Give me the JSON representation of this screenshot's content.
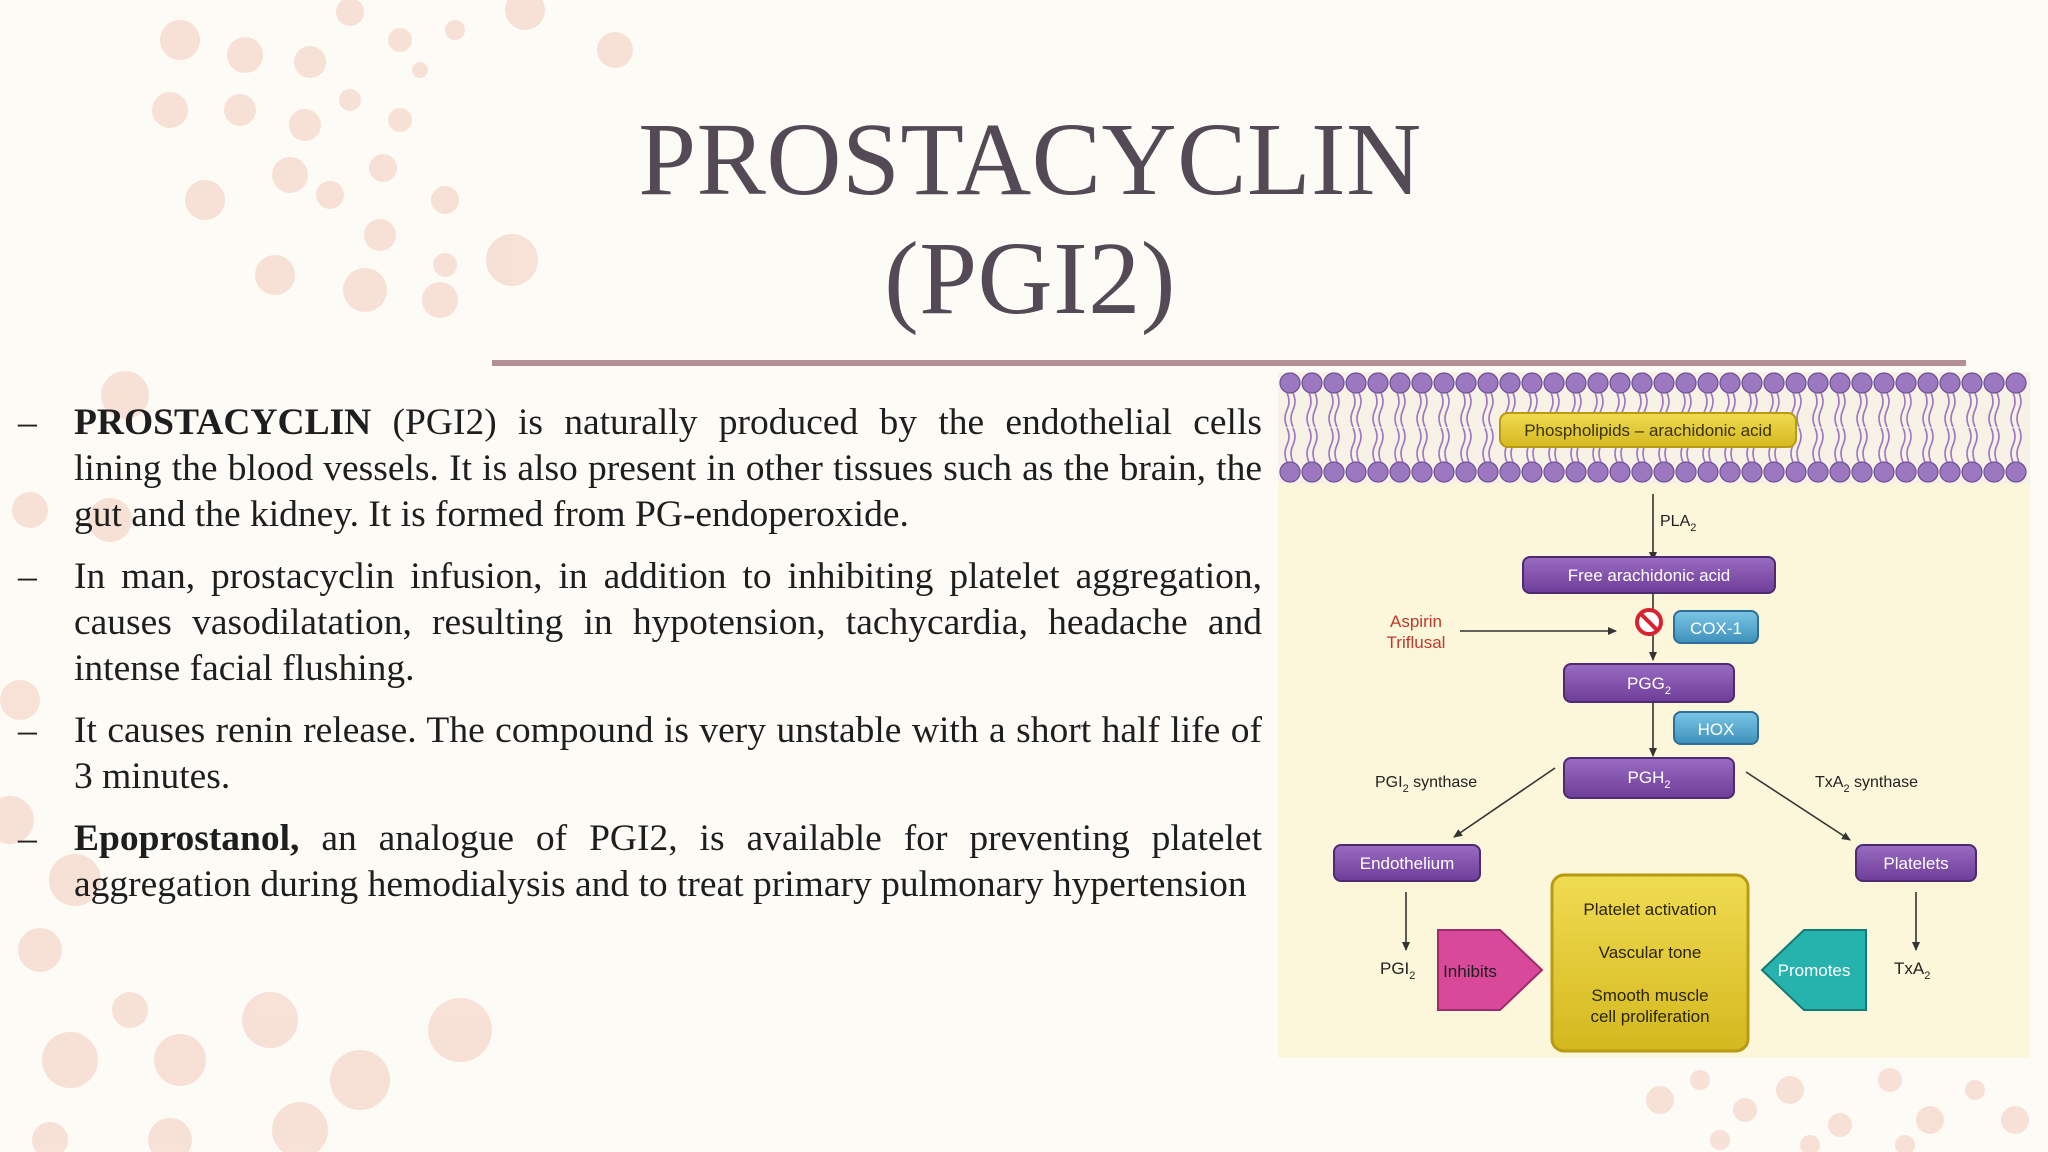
{
  "slide": {
    "title": "PROSTACYCLIN (PGI2)"
  },
  "bullets": [
    {
      "dash": "–",
      "bold": "PROSTACYCLIN",
      "text": " (PGI2) is naturally produced by the endothelial cells lining the blood vessels. It is also present in other tissues such as the brain, the gut and the kidney. It is formed from PG-endoperoxide."
    },
    {
      "dash": "–",
      "bold": "",
      "text": "In man, prostacyclin infusion, in addition to inhibiting platelet aggregation, causes vasodilatation, resulting in hypotension, tachycardia, headache and intense facial flushing."
    },
    {
      "dash": "–",
      "bold": "",
      "text": "It causes renin release. The compound is very unstable with a short half life of 3 minutes."
    },
    {
      "dash": "–",
      "bold": "Epoprostanol,",
      "text": " an analogue of PGI2, is available for preventing platelet aggregation during hemodialysis and to treat primary pulmonary hypertension"
    }
  ],
  "diagram": {
    "phospholipids": "Phospholipids – arachidonic acid",
    "pla2": {
      "base": "PLA",
      "sub": "2"
    },
    "free_aa": "Free arachidonic acid",
    "aspirin": "Aspirin",
    "triflusal": "Triflusal",
    "cox1": "COX-1",
    "pgg2": {
      "base": "PGG",
      "sub": "2"
    },
    "hox": "HOX",
    "pgh2": {
      "base": "PGH",
      "sub": "2"
    },
    "pgi2_synthase": {
      "base": "PGI",
      "sub": "2",
      "rest": " synthase"
    },
    "txa2_synthase": {
      "base": "TxA",
      "sub": "2",
      "rest": " synthase"
    },
    "endothelium": "Endothelium",
    "platelets": "Platelets",
    "pgi2": {
      "base": "PGI",
      "sub": "2"
    },
    "txa2": {
      "base": "TxA",
      "sub": "2"
    },
    "inhibits": "Inhibits",
    "promotes": "Promotes",
    "effects": [
      "Platelet activation",
      "Vascular tone",
      "Smooth muscle",
      "cell proliferation"
    ]
  },
  "colors": {
    "title": "#544a56",
    "rule": "#b39097",
    "membrane": "#9c78c0",
    "pathway_box": "#7f4ea8",
    "enzyme_box": "#58aad0",
    "effects_box": "#e1c92e",
    "inhibits": "#d8499a",
    "promotes": "#27b3ad",
    "drug_text": "#c0392b"
  }
}
